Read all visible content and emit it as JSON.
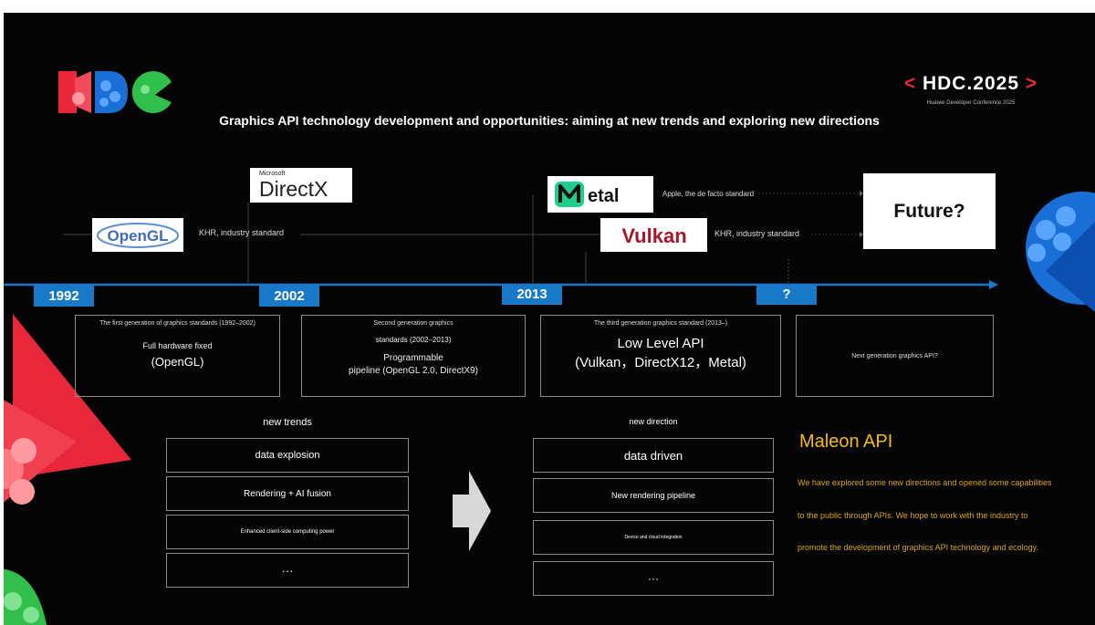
{
  "title": "Graphics API technology development and opportunities: aiming at new trends and exploring new directions",
  "brand": {
    "chevron_left": "<",
    "name": "HDC.2025",
    "chevron_right": ">",
    "subtitle": "Huawei Developer Conference 2025"
  },
  "logos": {
    "opengl": "OpenGL",
    "directx_small": "Microsoft",
    "directx": "DirectX",
    "metal": "etal",
    "vulkan": "Vulkan",
    "future": "Future?"
  },
  "api_labels": {
    "opengl": "KHR, industry standard",
    "metal": "Apple, the de facto standard",
    "vulkan": "KHR, industry standard"
  },
  "years": [
    "1992",
    "2002",
    "2013",
    "?"
  ],
  "generations": [
    {
      "heading": "The first generation of graphics standards (1992–2002)",
      "line1": "Full hardware fixed",
      "line2": "(OpenGL)"
    },
    {
      "heading": "Second generation graphics",
      "line1": "standards (2002–2013)",
      "line2": "Programmable",
      "line3": "pipeline (OpenGL 2.0, DirectX9)"
    },
    {
      "heading": "The third generation graphics standard (2013–)",
      "line1": "Low Level API",
      "line2": "(Vulkan，DirectX12，Metal)"
    },
    {
      "heading": "Next generation graphics API?"
    }
  ],
  "new_trends": {
    "heading": "new trends",
    "items": [
      "data explosion",
      "Rendering + AI fusion",
      "Enhanced client-side computing power",
      "···"
    ]
  },
  "new_direction": {
    "heading": "new direction",
    "items": [
      "data driven",
      "New rendering pipeline",
      "Device and cloud integration",
      "···"
    ]
  },
  "maleon": {
    "title": "Maleon API",
    "body": "We have explored some new directions and opened some capabilities to the public through APIs. We hope to work with the industry to promote the development of graphics API technology and ecology."
  },
  "colors": {
    "timeline_blue": "#1979c9",
    "accent_gold": "#f3bd14",
    "brand_red": "#e8283a",
    "slide_bg": "#050505"
  }
}
